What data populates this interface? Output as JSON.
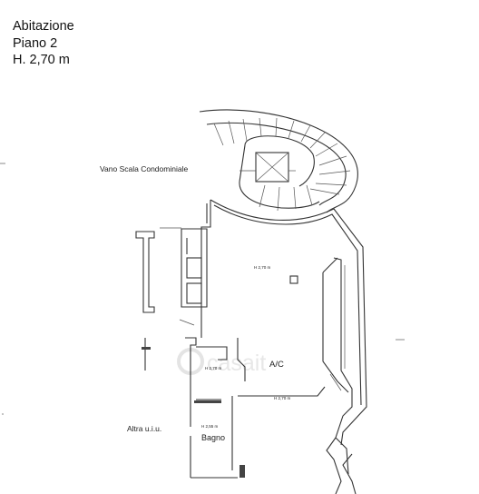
{
  "header": {
    "title": "Abitazione",
    "floor": "Piano 2",
    "height": "H. 2,70 m"
  },
  "labels": {
    "stairwell": "Vano Scala Condominiale",
    "main_room_height": "H 2,70 m",
    "ac": "A/C",
    "corridor_height": "H 2,70 m",
    "room2_height": "H 2,70 m",
    "bath_height": "H 2,55 m",
    "bath": "Bagno",
    "other_unit": "Altra u.i.u."
  },
  "watermark": "casait",
  "colors": {
    "walls": "#333333",
    "watermark": "#d9d9d9"
  }
}
